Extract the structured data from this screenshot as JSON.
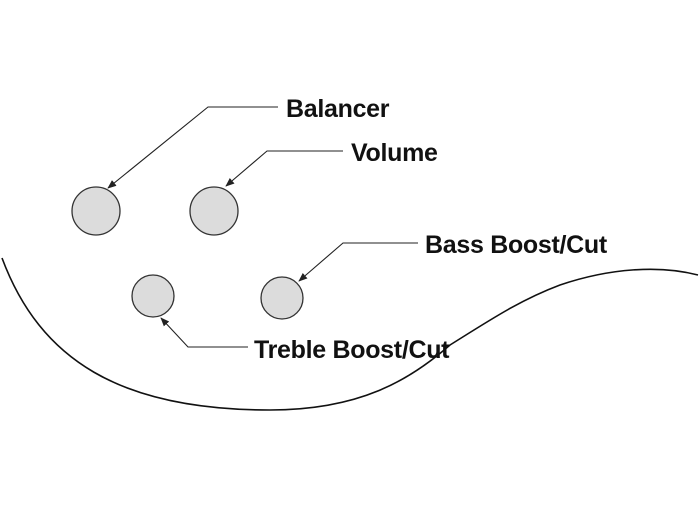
{
  "diagram": {
    "labels": {
      "balancer": "Balancer",
      "volume": "Volume",
      "bass": "Bass Boost/Cut",
      "treble": "Treble Boost/Cut"
    },
    "colors": {
      "knob_fill": "#dcdcdc",
      "knob_stroke": "#333333",
      "line": "#222222"
    }
  }
}
